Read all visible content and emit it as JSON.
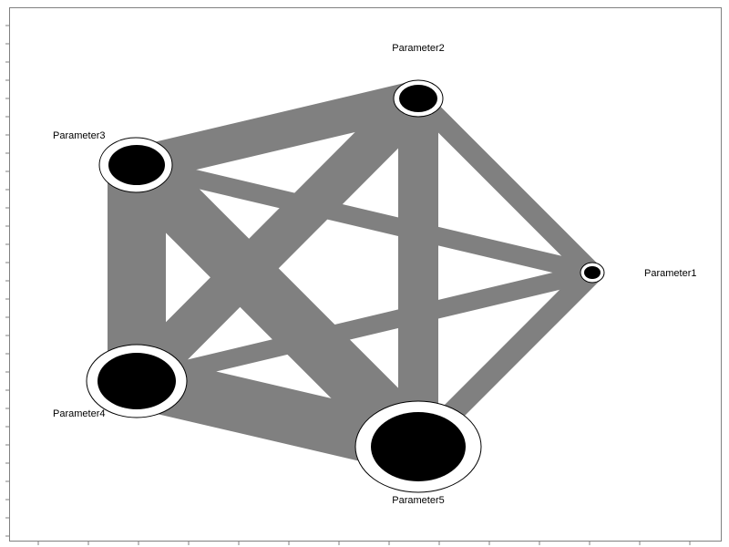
{
  "diagram": {
    "type": "network-graph",
    "colors": {
      "edge": "#808080",
      "node_fill": "#000000",
      "node_ring": "#000000",
      "frame": "#808080",
      "background": "#ffffff"
    },
    "nodes": [
      {
        "id": "p1",
        "label": "Parameter1"
      },
      {
        "id": "p2",
        "label": "Parameter2"
      },
      {
        "id": "p3",
        "label": "Parameter3"
      },
      {
        "id": "p4",
        "label": "Parameter4"
      },
      {
        "id": "p5",
        "label": "Parameter5"
      }
    ],
    "edges": [
      {
        "from": "p1",
        "to": "p2"
      },
      {
        "from": "p1",
        "to": "p3"
      },
      {
        "from": "p1",
        "to": "p4"
      },
      {
        "from": "p1",
        "to": "p5"
      },
      {
        "from": "p2",
        "to": "p3"
      },
      {
        "from": "p2",
        "to": "p4"
      },
      {
        "from": "p2",
        "to": "p5"
      },
      {
        "from": "p3",
        "to": "p4"
      },
      {
        "from": "p3",
        "to": "p5"
      },
      {
        "from": "p4",
        "to": "p5"
      }
    ]
  }
}
